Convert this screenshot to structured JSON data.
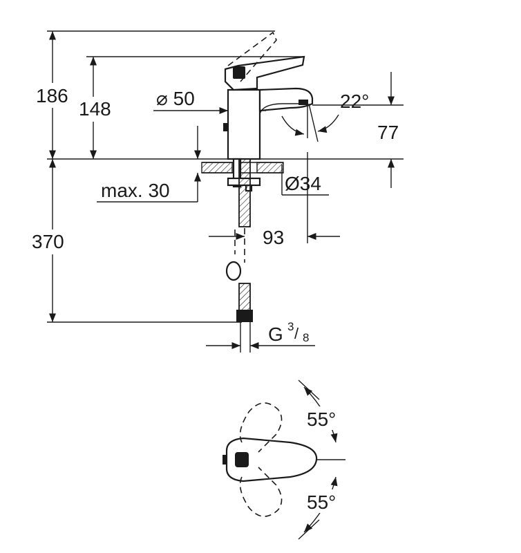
{
  "dimensions": {
    "total_height": "186",
    "spout_height": "148",
    "body_diameter": "⌀ 50",
    "spout_angle": "22°",
    "outlet_height": "77",
    "max_deck_thickness": "max. 30",
    "hole_diameter": "Ø34",
    "projection": "93",
    "hose_length": "370",
    "connection_thread_prefix": "G",
    "connection_thread_num": "3",
    "connection_thread_den": "8"
  },
  "top_view": {
    "angle_upper": "55°",
    "angle_lower": "55°"
  },
  "colors": {
    "line": "#1a1a1a",
    "background": "#ffffff"
  }
}
